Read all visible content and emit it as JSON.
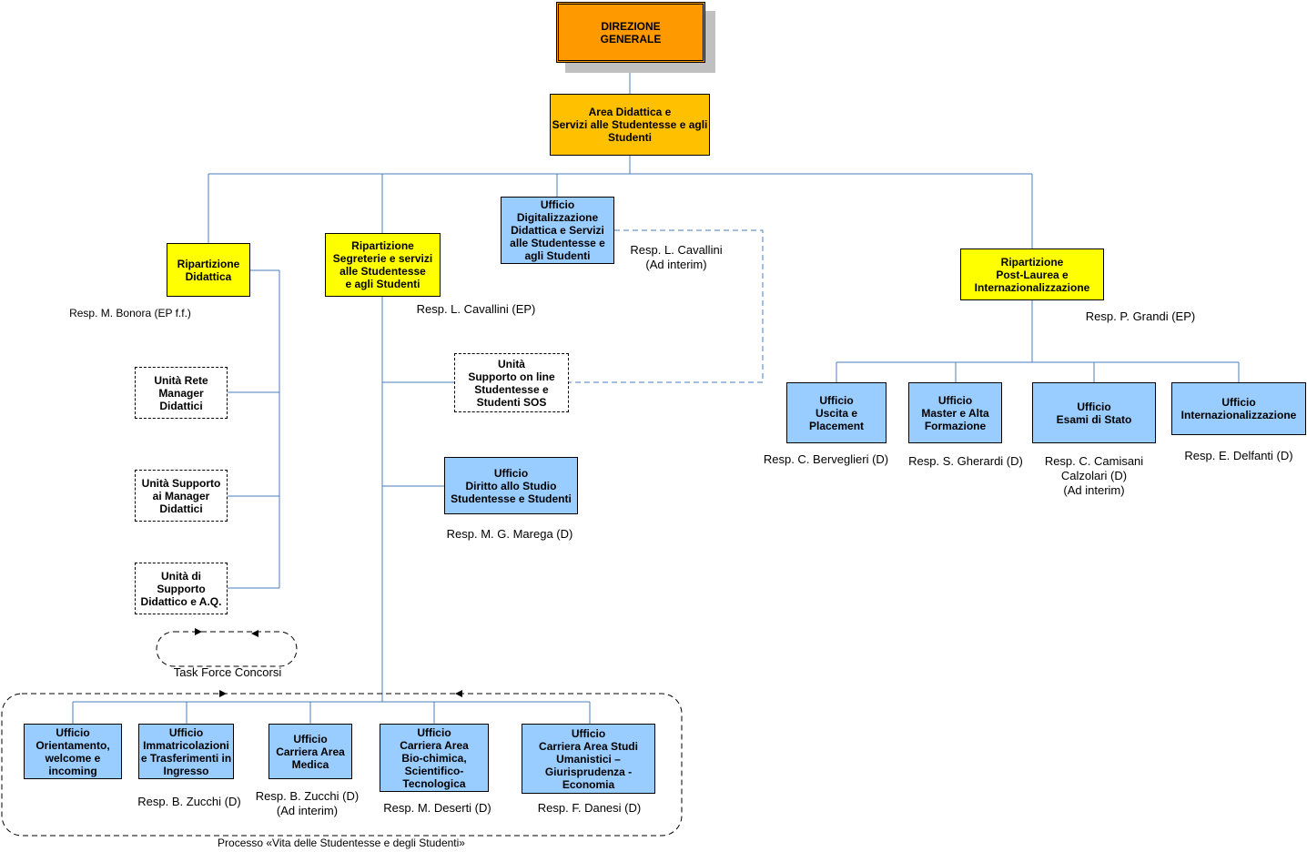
{
  "colors": {
    "direzione": "#ff9900",
    "area": "#ffc000",
    "ripartizione": "#ffff00",
    "ufficio": "#99ccff",
    "line": "#4a7ebb"
  },
  "nodes": {
    "direzione": "DIREZIONE\nGENERALE",
    "area": "Area Didattica e\nServizi alle Studentesse e agli\nStudenti",
    "rip_didattica": "Ripartizione\nDidattica",
    "rip_segreterie": "Ripartizione\nSegreterie e servizi\nalle Studentesse\ne agli Studenti",
    "uff_digitalizzazione": "Ufficio\nDigitalizzazione\nDidattica e Servizi\nalle Studentesse e\nagli Studenti",
    "rip_postlaurea": "Ripartizione\nPost-Laurea e\nInternazionalizzazione",
    "unita_rete": "Unità Rete\nManager\nDidattici",
    "unita_supporto_manager": "Unità Supporto\nai Manager\nDidattici",
    "unita_supporto_aq": "Unità di Supporto\nDidattico e A.Q.",
    "unita_sos": "Unità\nSupporto on line\nStudentesse e\nStudenti SOS",
    "uff_diritto_studio": "Ufficio\nDiritto allo Studio\nStudentesse e Studenti",
    "uff_uscita": "Ufficio\nUscita e\nPlacement",
    "uff_master": "Ufficio\nMaster e Alta\nFormazione",
    "uff_esami": "Ufficio\nEsami di Stato",
    "uff_internaz": "Ufficio\nInternazionalizzazione",
    "uff_orientamento": "Ufficio\nOrientamento,\nwelcome e\nincoming",
    "uff_immatricolazioni": "Ufficio\nImmatricolazioni\ne Trasferimenti in\nIngresso",
    "uff_medica": "Ufficio\nCarriera Area\nMedica",
    "uff_biochimica": "Ufficio\nCarriera Area\nBio-chimica,\nScientifico-\nTecnologica",
    "uff_umanistici": "Ufficio\nCarriera Area Studi\nUmanistici –\nGiurisprudenza -\nEconomia"
  },
  "labels": {
    "resp_bonora": "Resp. M. Bonora (EP f.f.)",
    "resp_cavallini_ep": "Resp. L. Cavallini (EP)",
    "resp_cavallini_interim": "Resp. L. Cavallini\n(Ad interim)",
    "resp_grandi": "Resp. P. Grandi (EP)",
    "resp_marega": "Resp. M. G. Marega (D)",
    "resp_berveglieri": "Resp. C. Berveglieri (D)",
    "resp_gherardi": "Resp. S. Gherardi (D)",
    "resp_camisani": "Resp. C. Camisani\nCalzolari (D)\n(Ad interim)",
    "resp_delfanti": "Resp. E. Delfanti (D)",
    "resp_zucchi": "Resp. B. Zucchi (D)",
    "resp_zucchi_interim": "Resp. B. Zucchi (D)\n(Ad interim)",
    "resp_deserti": "Resp. M. Deserti (D)",
    "resp_danesi": "Resp. F. Danesi (D)",
    "task_force": "Task Force Concorsi",
    "processo": "Processo «Vita delle Studentesse e degli Studenti»"
  }
}
